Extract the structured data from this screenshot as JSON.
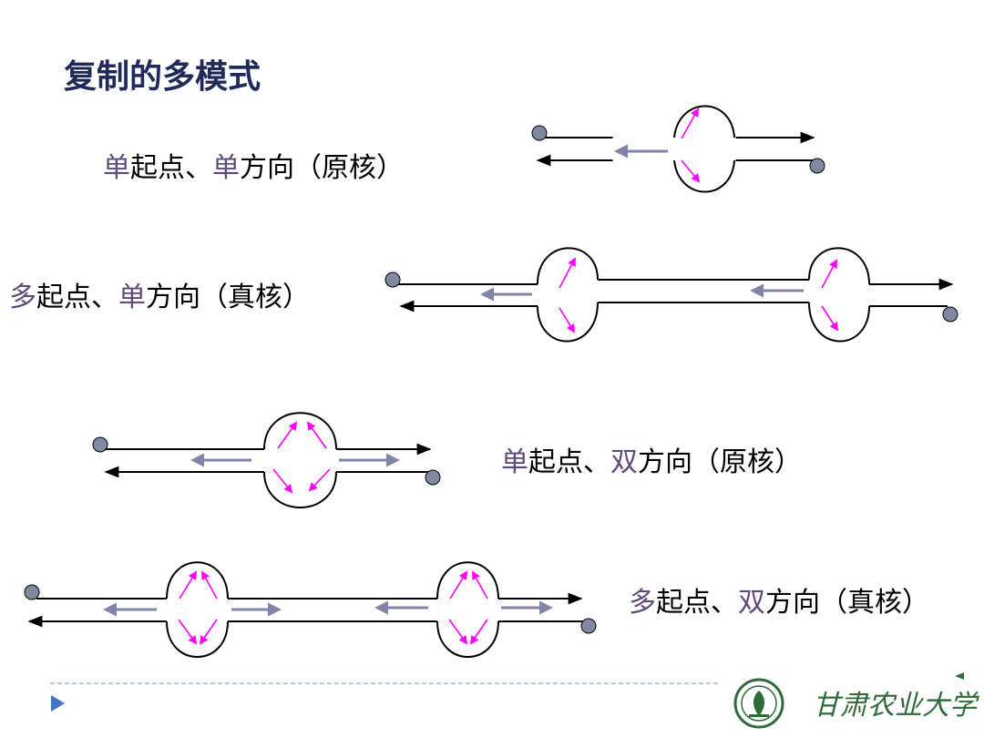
{
  "slide": {
    "title": "复制的多模式",
    "colors": {
      "title": "#1f2a5a",
      "label": "#000000",
      "highlight": "#604a7b",
      "strand": "#000000",
      "newStrand": "#ff00ff",
      "direction_arrow": "#7f86a8",
      "origin_dot": "#7f8aa0",
      "divider": "#9db7d6",
      "nav": "#4472c4",
      "logo": "#2e6b3a"
    }
  },
  "panels": [
    {
      "label": {
        "lead": "单",
        "mid1": "起点、",
        "mode": "单",
        "tail": "方向（原核）"
      }
    },
    {
      "label": {
        "lead": "多",
        "mid1": "起点、",
        "mode": "单",
        "tail": "方向（真核）"
      }
    },
    {
      "label": {
        "lead": "单",
        "mid1": "起点、",
        "mode": "双",
        "tail": "方向（原核）"
      }
    },
    {
      "label": {
        "lead": "多",
        "mid1": "起点、",
        "mode": "双",
        "tail": "方向（真核）"
      }
    }
  ],
  "footer": {
    "nav_icon": "triangle-right-icon",
    "logo_icon": "university-seal-icon",
    "university_name": "甘肃农业大学"
  }
}
